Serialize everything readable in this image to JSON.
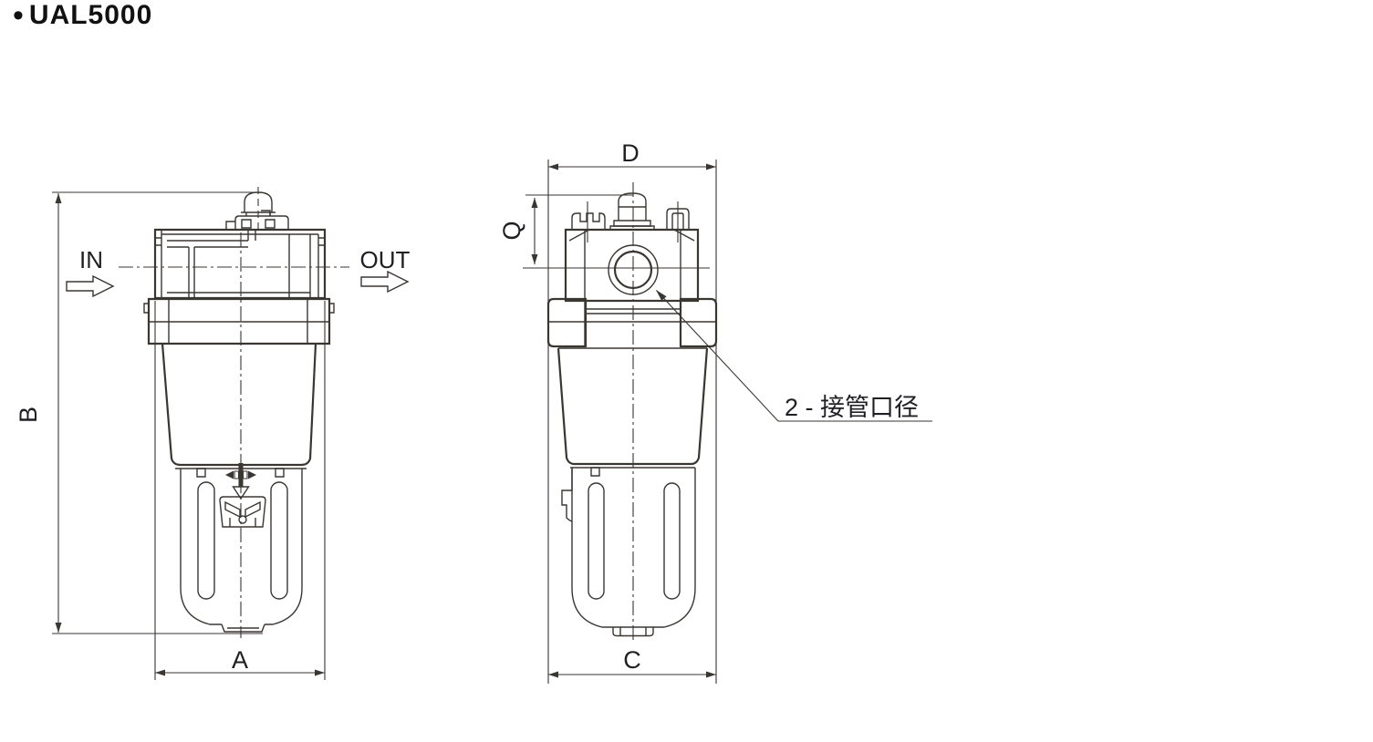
{
  "title": {
    "bullet": "•",
    "text": "UAL5000"
  },
  "colors": {
    "line": "#3a3632",
    "text": "#1f1f24",
    "background": "#ffffff"
  },
  "side_view": {
    "dim_width": "A",
    "dim_height": "B",
    "flow_in": "IN",
    "flow_out": "OUT"
  },
  "front_view": {
    "dim_width_top": "D",
    "dim_width_bottom": "C",
    "dim_cap_height": "Q",
    "port_annotation": "2 - 接管口径"
  }
}
